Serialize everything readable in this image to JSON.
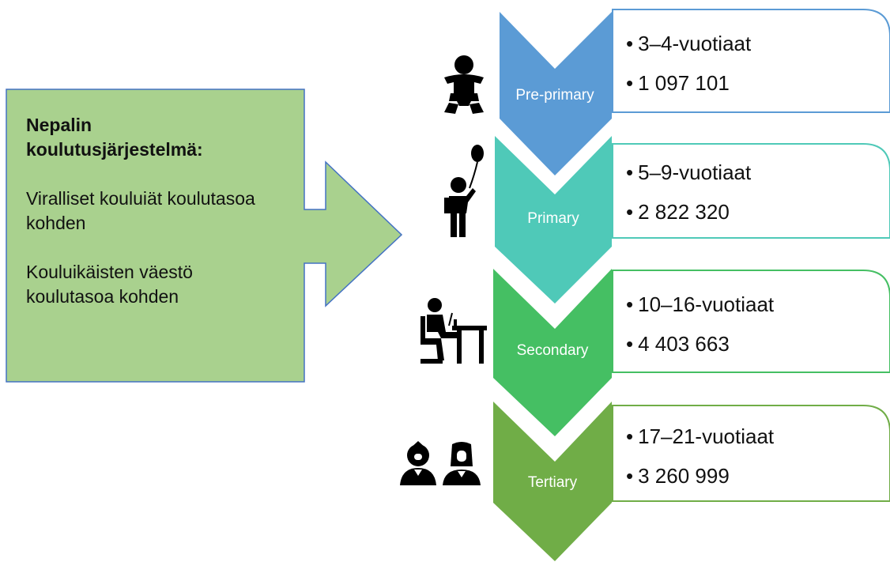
{
  "callout": {
    "title": "Nepalin koulutusjärjestelmä:",
    "line1": "Viralliset kouluiät koulutasoa kohden",
    "line2": "Kouluikäisten väestö koulutasoa kohden",
    "fill_color": "#a9d18e",
    "stroke_color": "#4472c4"
  },
  "levels": [
    {
      "name": "Pre-primary",
      "icon": "baby-icon",
      "color": "#5b9bd5",
      "border_color": "#5b9bd5",
      "age": "3–4-vuotiaat",
      "population": "1 097 101"
    },
    {
      "name": "Primary",
      "icon": "child-with-balloon-icon",
      "color": "#4fc9b8",
      "border_color": "#4fc9b8",
      "age": "5–9-vuotiaat",
      "population": "2 822 320"
    },
    {
      "name": "Secondary",
      "icon": "student-at-desk-icon",
      "color": "#45bf63",
      "border_color": "#45bf63",
      "age": "10–16-vuotiaat",
      "population": "4 403 663"
    },
    {
      "name": "Tertiary",
      "icon": "two-graduates-icon",
      "color": "#70ad47",
      "border_color": "#70ad47",
      "age": "17–21-vuotiaat",
      "population": "3 260 999"
    }
  ]
}
